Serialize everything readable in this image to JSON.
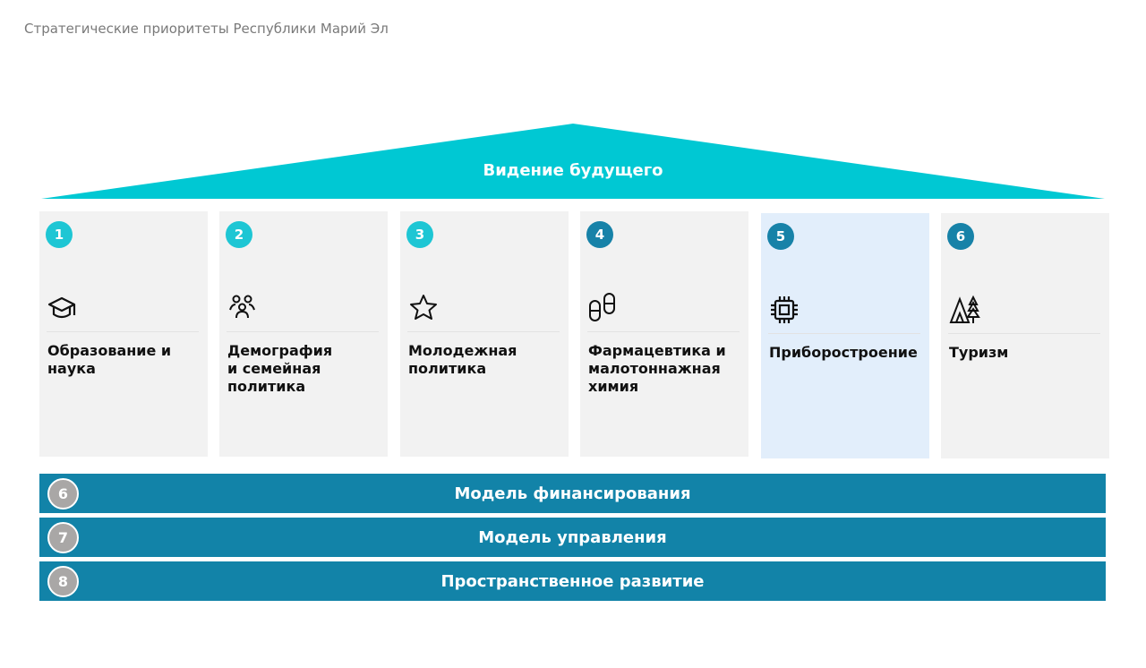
{
  "header": {
    "title": "Стратегические приоритеты Республики Марий Эл"
  },
  "roof": {
    "label": "Видение будущего",
    "color": "#00c8d3"
  },
  "colors": {
    "cyan": "#1ec6d4",
    "teal": "#1782a8",
    "bar": "#1283a8",
    "badge_gray": "#a9a7a6"
  },
  "pillars": [
    {
      "number": "1",
      "title": "Образование и наука",
      "icon": "graduation-cap-icon"
    },
    {
      "number": "2",
      "title": "Демография и семейная политика",
      "icon": "people-icon"
    },
    {
      "number": "3",
      "title": "Молодежная политика",
      "icon": "star-icon"
    },
    {
      "number": "4",
      "title": "Фармацевтика и малотоннажная химия",
      "icon": "pills-icon"
    },
    {
      "number": "5",
      "title": "Приборостроение",
      "icon": "chip-icon"
    },
    {
      "number": "6",
      "title": "Туризм",
      "icon": "tent-trees-icon"
    }
  ],
  "foundations": [
    {
      "number": "6",
      "label": "Модель финансирования"
    },
    {
      "number": "7",
      "label": "Модель управления"
    },
    {
      "number": "8",
      "label": "Пространственное развитие"
    }
  ]
}
